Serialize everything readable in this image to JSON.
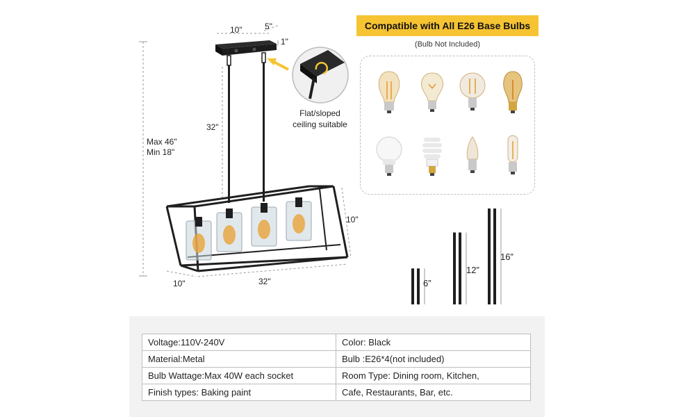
{
  "dimensions": {
    "canopy_width": "10\"",
    "canopy_depth": "5\"",
    "canopy_height": "1\"",
    "chain_length": "32\"",
    "max_height": "Max 46\"",
    "min_height": "Min 18\"",
    "frame_height": "10\"",
    "frame_depth": "10\"",
    "frame_length": "32\""
  },
  "ceiling_note": {
    "line1": "Flat/sloped",
    "line2": "ceiling suitable"
  },
  "compat": {
    "title": "Compatible with All E26 Base Bulbs",
    "subtitle": "(Bulb Not Included)"
  },
  "bulbs": [
    "st64-bulb",
    "a19-filament-bulb",
    "g25-bulb",
    "st58-amber-bulb",
    "led-a19-bulb",
    "cfl-spiral-bulb",
    "candle-bulb",
    "t10-bulb"
  ],
  "rods": [
    {
      "label": "6”",
      "fraction": 0.375
    },
    {
      "label": "12”",
      "fraction": 0.75
    },
    {
      "label": "16”",
      "fraction": 1.0
    }
  ],
  "specs": [
    [
      "Voltage:110V-240V",
      "Color: Black"
    ],
    [
      "Material:Metal",
      "Bulb :E26*4(not included)"
    ],
    [
      "Bulb Wattage:Max 40W each socket",
      "Room Type:  Dining room, Kitchen,"
    ],
    [
      "Finish types:  Baking paint",
      "Cafe, Restaurants, Bar, etc."
    ]
  ],
  "colors": {
    "badge": "#f6c333",
    "metal": "#1f1f1f",
    "glass": "#c9d6dc",
    "amber": "#e8a33a"
  }
}
